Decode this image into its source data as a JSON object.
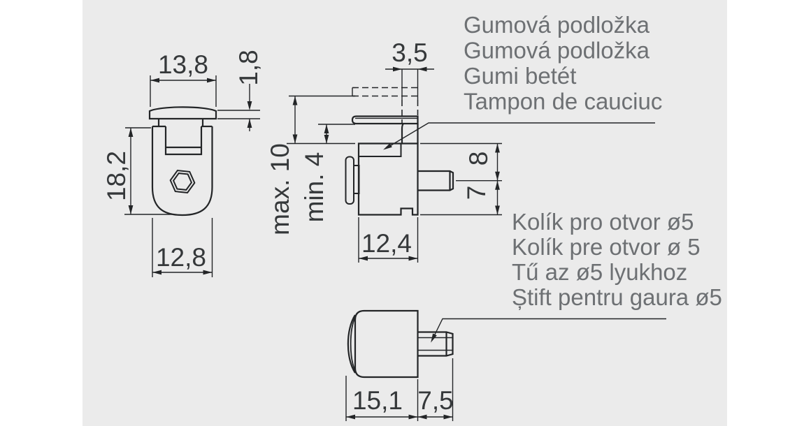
{
  "drawing": {
    "type": "technical-drawing",
    "subject": "glass shelf support / pivot hinge with pin",
    "canvas_color": "#ebebeb",
    "page_color": "#ffffff",
    "line_color": "#232527",
    "dim_text_color": "#35383a",
    "label_text_color": "#6d7073"
  },
  "labels": {
    "rubber_pad": {
      "lines": [
        "Gumová podložka",
        "Gumová podložka",
        "Gumi betét",
        "Tampon de cauciuc"
      ]
    },
    "pin": {
      "lines": [
        "Kolík pro otvor ø5",
        "Kolík pre otvor ø 5",
        "Tű az ø5 lyukhoz",
        "Știft pentru gaura ø5"
      ]
    }
  },
  "dimensions": {
    "front_view": {
      "cap_width": "13,8",
      "cap_lip": "1,8",
      "height": "18,2",
      "base_width": "12,8"
    },
    "side_view": {
      "gap": "3,5",
      "max_thickness": "max. 10",
      "min_thickness": "min. 4",
      "above_pin": "8",
      "below_pin": "7",
      "depth": "12,4"
    },
    "bottom_view": {
      "body_length": "15,1",
      "pin_length": "7,5"
    }
  }
}
